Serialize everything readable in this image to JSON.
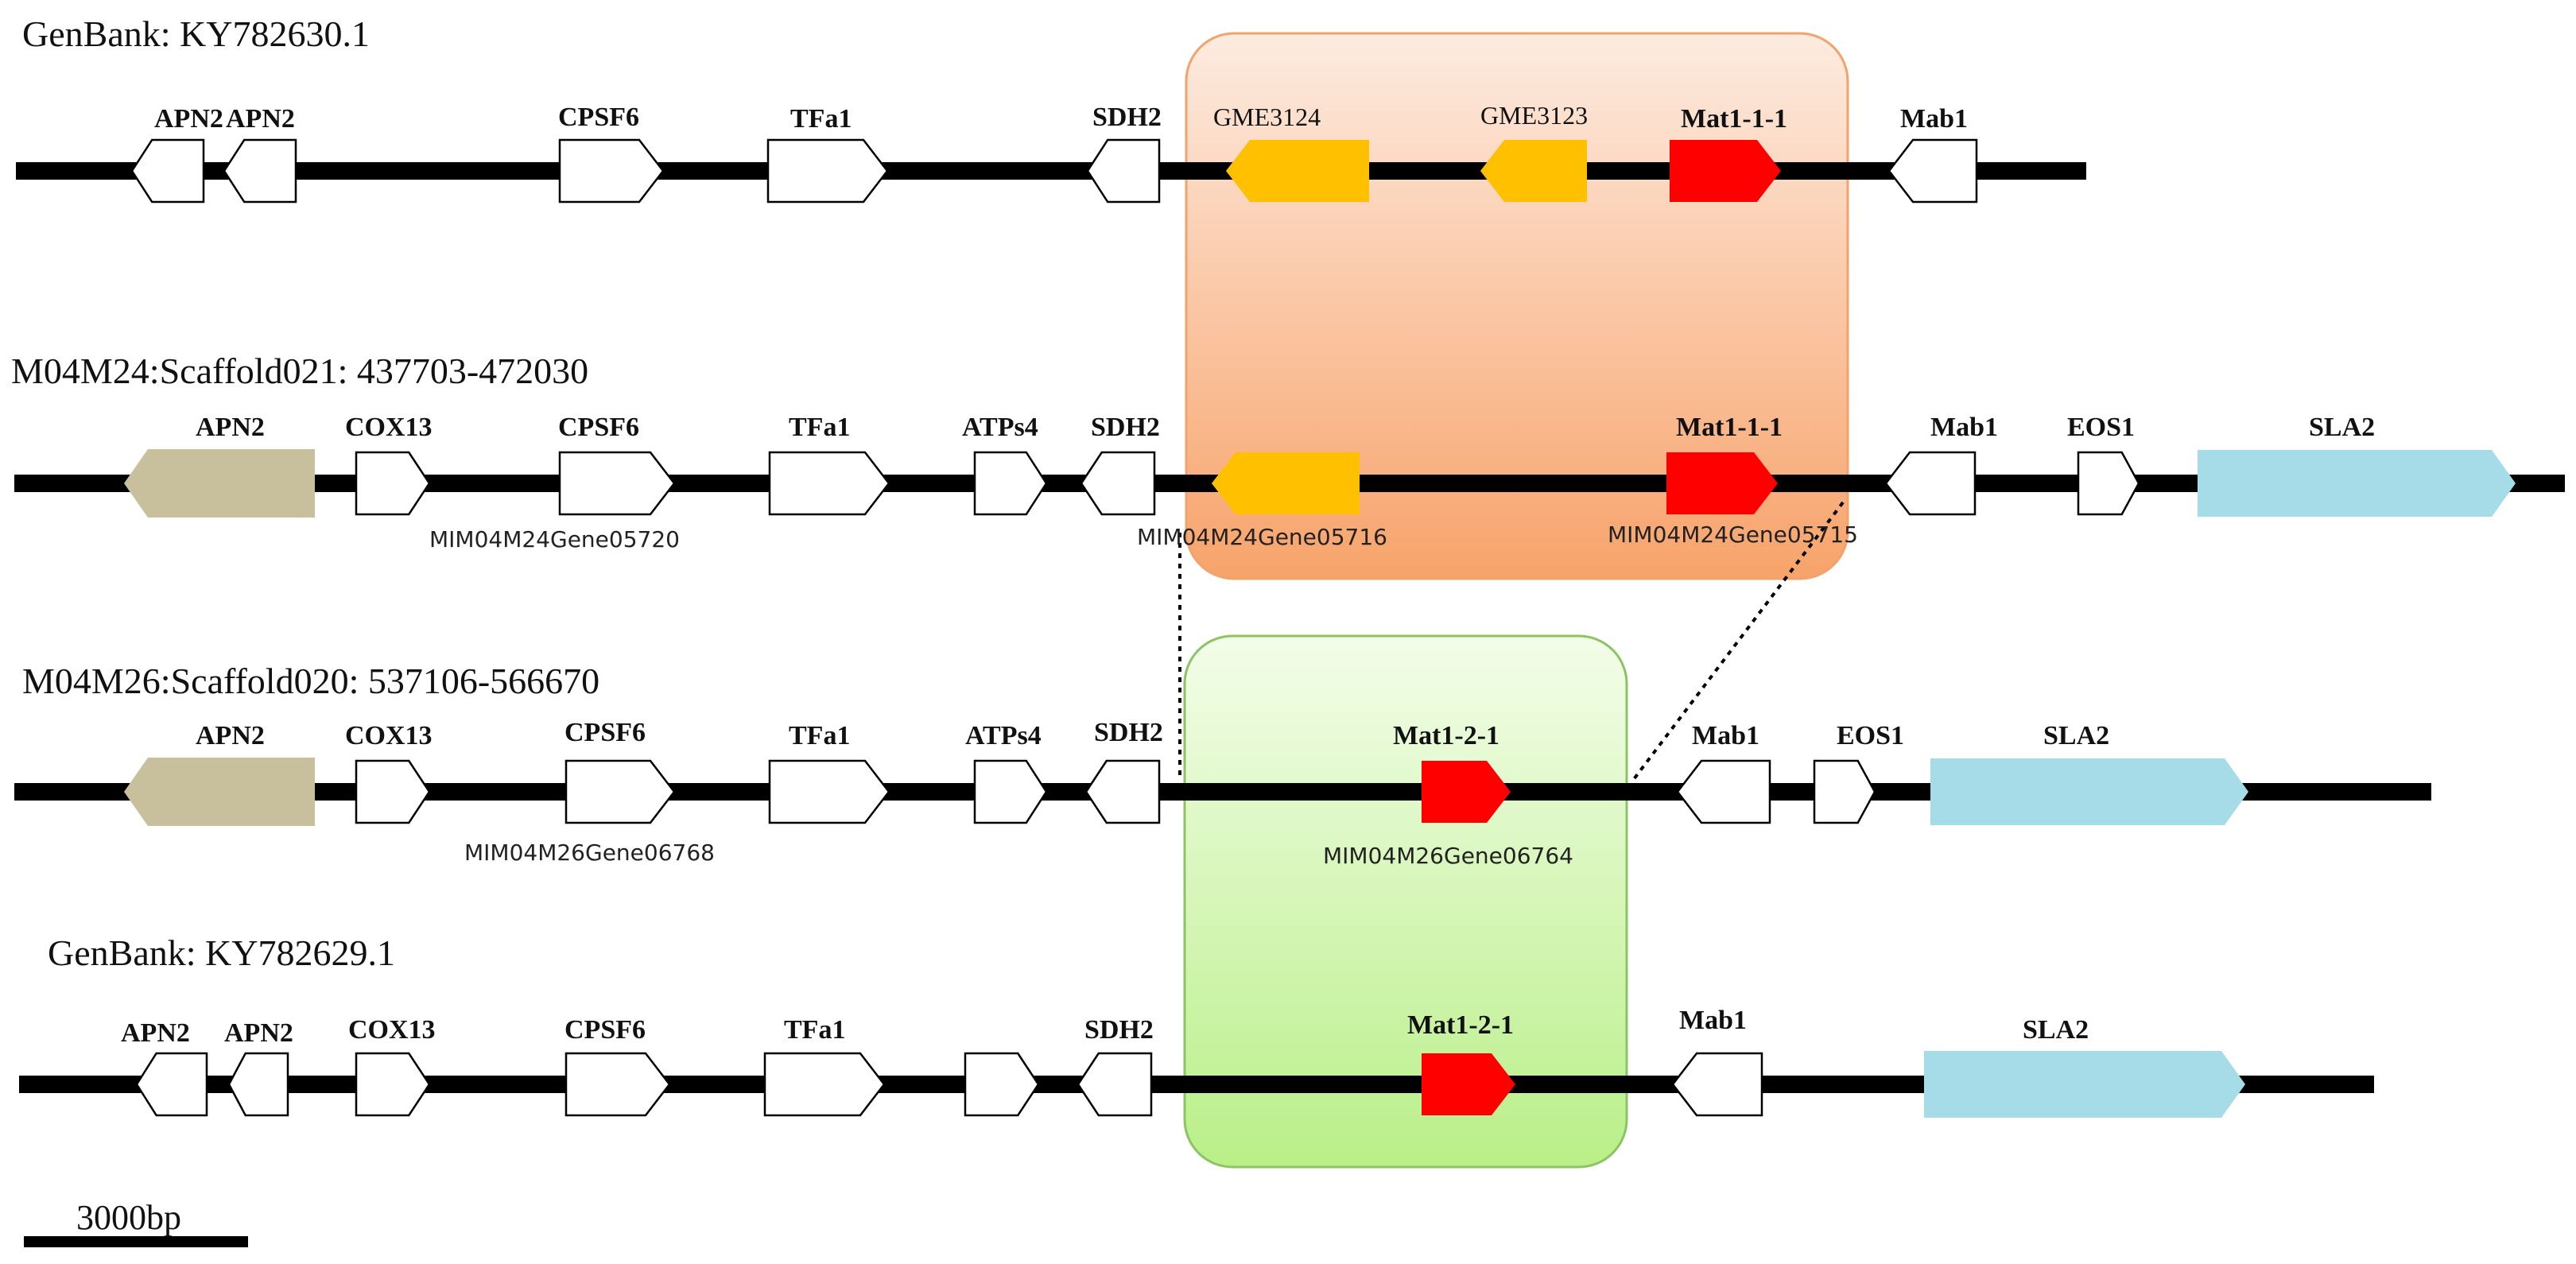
{
  "colors": {
    "backbone": "#000000",
    "default_gene": "#ffffff",
    "apn2_tan": "#c8bf9c",
    "gme_yellow": "#ffc000",
    "mat_red": "#ff0000",
    "sla2_blue": "#a6dce8",
    "orange_box": "#f7a36a",
    "green_box": "#b9ef88"
  },
  "tracks": [
    {
      "title": "GenBank:  KY782630.1",
      "genes": [
        {
          "label": "APN2",
          "style": "bold",
          "fill": "default",
          "dir": "left"
        },
        {
          "label": "APN2",
          "style": "bold",
          "fill": "default",
          "dir": "left"
        },
        {
          "label": "CPSF6",
          "style": "bold",
          "fill": "default",
          "dir": "right"
        },
        {
          "label": "TFa1",
          "style": "bold",
          "fill": "default",
          "dir": "right"
        },
        {
          "label": "SDH2",
          "style": "bold",
          "fill": "default",
          "dir": "left"
        },
        {
          "label": "GME3124",
          "style": "normal",
          "fill": "gme",
          "dir": "left"
        },
        {
          "label": "GME3123",
          "style": "normal",
          "fill": "gme",
          "dir": "left"
        },
        {
          "label": "Mat1-1-1",
          "style": "bold",
          "fill": "mat",
          "dir": "right"
        },
        {
          "label": "Mab1",
          "style": "bold",
          "fill": "default",
          "dir": "left"
        }
      ],
      "ids": []
    },
    {
      "title": "M04M24:Scaffold021: 437703-472030",
      "genes": [
        {
          "label": "APN2",
          "style": "bold",
          "fill": "tan",
          "dir": "left"
        },
        {
          "label": "COX13",
          "style": "bold",
          "fill": "default",
          "dir": "right"
        },
        {
          "label": "CPSF6",
          "style": "bold",
          "fill": "default",
          "dir": "right"
        },
        {
          "label": "TFa1",
          "style": "bold",
          "fill": "default",
          "dir": "right"
        },
        {
          "label": "ATPs4",
          "style": "bold",
          "fill": "default",
          "dir": "right"
        },
        {
          "label": "SDH2",
          "style": "bold",
          "fill": "default",
          "dir": "left"
        },
        {
          "label": "",
          "style": "normal",
          "fill": "gme",
          "dir": "left"
        },
        {
          "label": "Mat1-1-1",
          "style": "bold",
          "fill": "mat",
          "dir": "right"
        },
        {
          "label": "Mab1",
          "style": "bold",
          "fill": "default",
          "dir": "left"
        },
        {
          "label": "EOS1",
          "style": "bold",
          "fill": "default",
          "dir": "right"
        },
        {
          "label": "SLA2",
          "style": "bold",
          "fill": "sla",
          "dir": "right"
        }
      ],
      "ids": [
        "MIM04M24Gene05720",
        "MIM04M24Gene05716",
        "MIM04M24Gene05715"
      ]
    },
    {
      "title": "M04M26:Scaffold020: 537106-566670",
      "genes": [
        {
          "label": "APN2",
          "style": "bold",
          "fill": "tan",
          "dir": "left"
        },
        {
          "label": "COX13",
          "style": "bold",
          "fill": "default",
          "dir": "right"
        },
        {
          "label": "CPSF6",
          "style": "bold",
          "fill": "default",
          "dir": "right"
        },
        {
          "label": "TFa1",
          "style": "bold",
          "fill": "default",
          "dir": "right"
        },
        {
          "label": "ATPs4",
          "style": "bold",
          "fill": "default",
          "dir": "right"
        },
        {
          "label": "SDH2",
          "style": "bold",
          "fill": "default",
          "dir": "left"
        },
        {
          "label": "Mat1-2-1",
          "style": "bold",
          "fill": "mat",
          "dir": "right"
        },
        {
          "label": "Mab1",
          "style": "bold",
          "fill": "default",
          "dir": "left"
        },
        {
          "label": "EOS1",
          "style": "bold",
          "fill": "default",
          "dir": "right"
        },
        {
          "label": "SLA2",
          "style": "bold",
          "fill": "sla",
          "dir": "right"
        }
      ],
      "ids": [
        "MIM04M26Gene06768",
        "MIM04M26Gene06764"
      ]
    },
    {
      "title": "GenBank:  KY782629.1",
      "genes": [
        {
          "label": "APN2",
          "style": "bold",
          "fill": "default",
          "dir": "left"
        },
        {
          "label": "APN2",
          "style": "bold",
          "fill": "default",
          "dir": "left"
        },
        {
          "label": "COX13",
          "style": "bold",
          "fill": "default",
          "dir": "right"
        },
        {
          "label": "CPSF6",
          "style": "bold",
          "fill": "default",
          "dir": "right"
        },
        {
          "label": "TFa1",
          "style": "bold",
          "fill": "default",
          "dir": "right"
        },
        {
          "label": "",
          "style": "bold",
          "fill": "default",
          "dir": "right"
        },
        {
          "label": "SDH2",
          "style": "bold",
          "fill": "default",
          "dir": "left"
        },
        {
          "label": "Mat1-2-1",
          "style": "bold",
          "fill": "mat",
          "dir": "right"
        },
        {
          "label": "Mab1",
          "style": "bold",
          "fill": "default",
          "dir": "left"
        },
        {
          "label": "SLA2",
          "style": "bold",
          "fill": "sla",
          "dir": "right"
        }
      ],
      "ids": []
    }
  ],
  "scale_bar": {
    "label": "3000bp"
  }
}
